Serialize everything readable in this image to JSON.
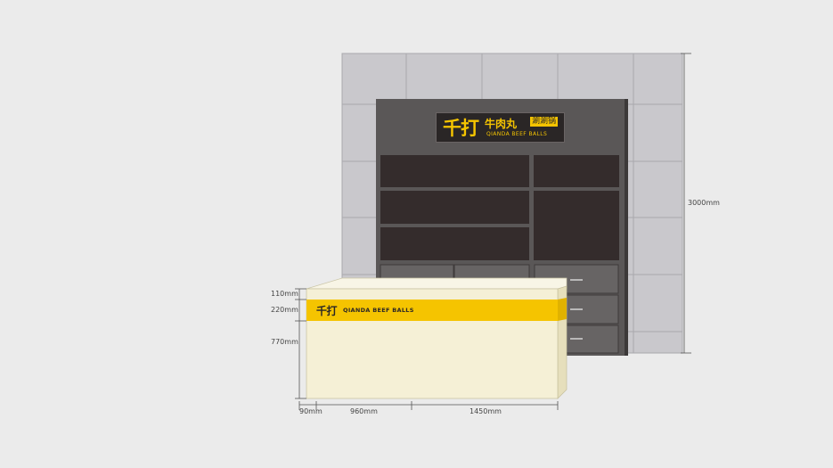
{
  "brand": {
    "name_large": "千打",
    "name_product": "牛肉丸",
    "tag": "涮涮锅",
    "english": "QIANDA BEEF BALLS"
  },
  "dimensions": {
    "wall_height": "3000mm",
    "counter_top": "110mm",
    "counter_band": "220mm",
    "counter_body": "770mm",
    "width_edge": "90mm",
    "width_left": "960mm",
    "width_right": "1450mm"
  },
  "colors": {
    "background": "#ebebeb",
    "wall_tile": "#c9c8cc",
    "cabinet": "#5a5757",
    "shelf_dark": "#342c2c",
    "drawer": "#676464",
    "counter_body": "#f5f0d6",
    "brand_yellow": "#f5c400"
  }
}
